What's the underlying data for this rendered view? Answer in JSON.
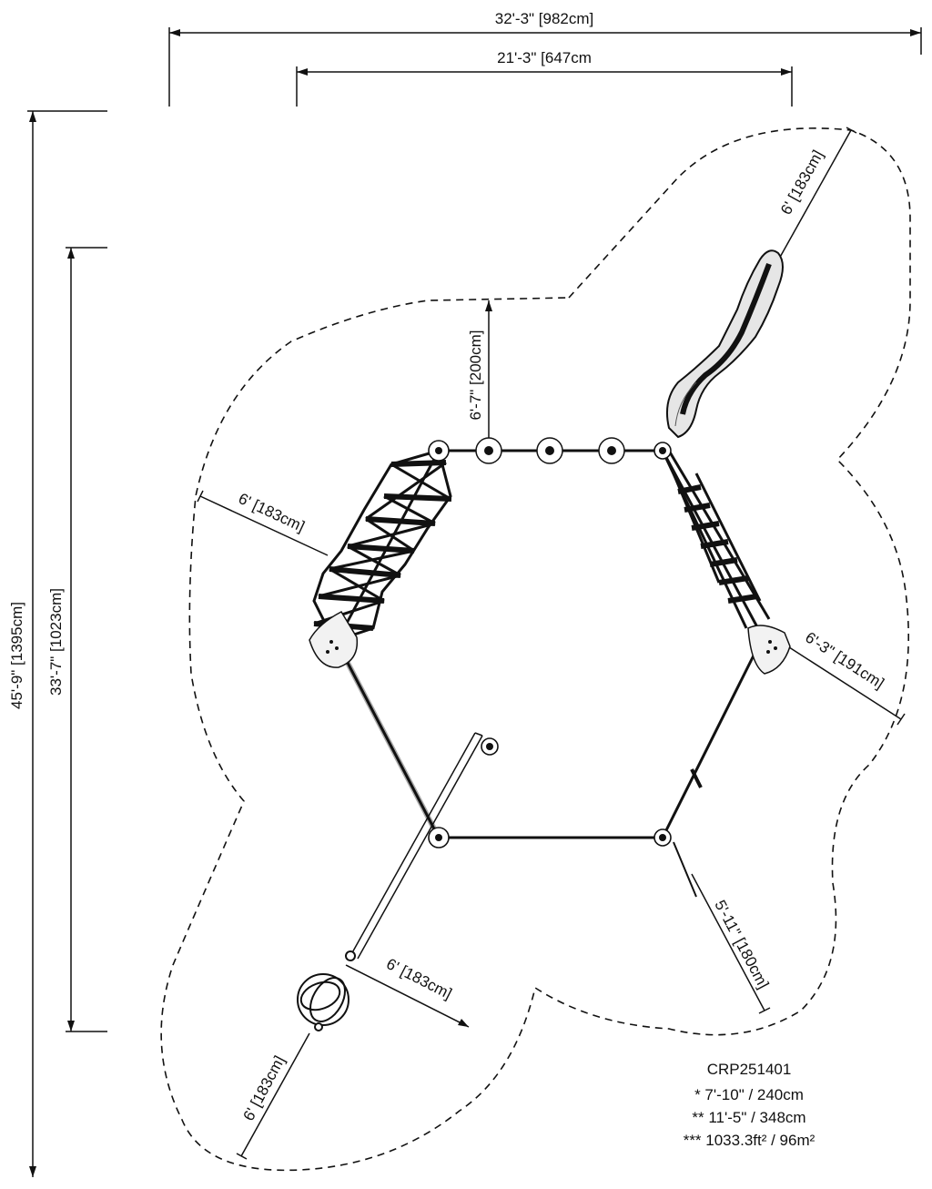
{
  "dimensions": {
    "overall_width": "32'-3\" [982cm]",
    "inner_width": "21'-3\" [647cm",
    "overall_depth": "45'-9\" [1395cm]",
    "inner_depth": "33'-7\" [1023cm]",
    "top_clearance": "6'-7\" [200cm]",
    "slide_clearance": "6' [183cm]",
    "left_net_clearance": "6' [183cm]",
    "right_deck_clearance": "6'-3\" [191cm]",
    "right_bottom_clearance": "5'-11\" [180cm]",
    "spinner_clearance_side": "6' [183cm]",
    "spinner_clearance_bottom": "6' [183cm]"
  },
  "info": {
    "model": "CRP251401",
    "line1": "* 7'-10\" / 240cm",
    "line2": "** 11'-5\" / 348cm",
    "line3": "*** 1033.3ft² / 96m²"
  }
}
